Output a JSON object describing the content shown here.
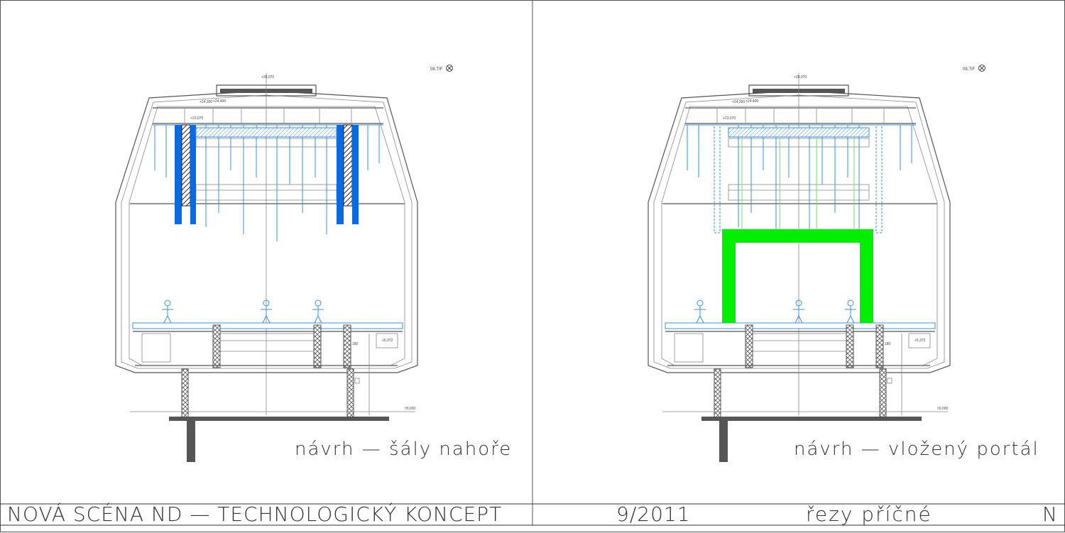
{
  "title_block": {
    "project": "NOVÁ SCÉNA ND — TECHNOLOGICKÝ KONCEPT",
    "date": "9/2011",
    "sheet": "řezy příčné",
    "mark": "N"
  },
  "panels": [
    {
      "caption": "návrh — šály nahoře",
      "file_tag": "08.TIF",
      "levels": {
        "top": "+28,070",
        "l1": "+24,300",
        "l2": "+24,400",
        "l3": "+23,070",
        "stage": "180",
        "side": "+5,372",
        "ground": "±0,000"
      },
      "accent": "#0a6be0"
    },
    {
      "caption": "návrh — vložený portál",
      "file_tag": "08.TIF",
      "levels": {
        "top": "+28,070",
        "l1": "+24,300",
        "l2": "+24,400",
        "l3": "+23,070",
        "stage": "180",
        "side": "+5,372",
        "ground": "±0,000"
      },
      "accent": "#00ee00"
    }
  ]
}
